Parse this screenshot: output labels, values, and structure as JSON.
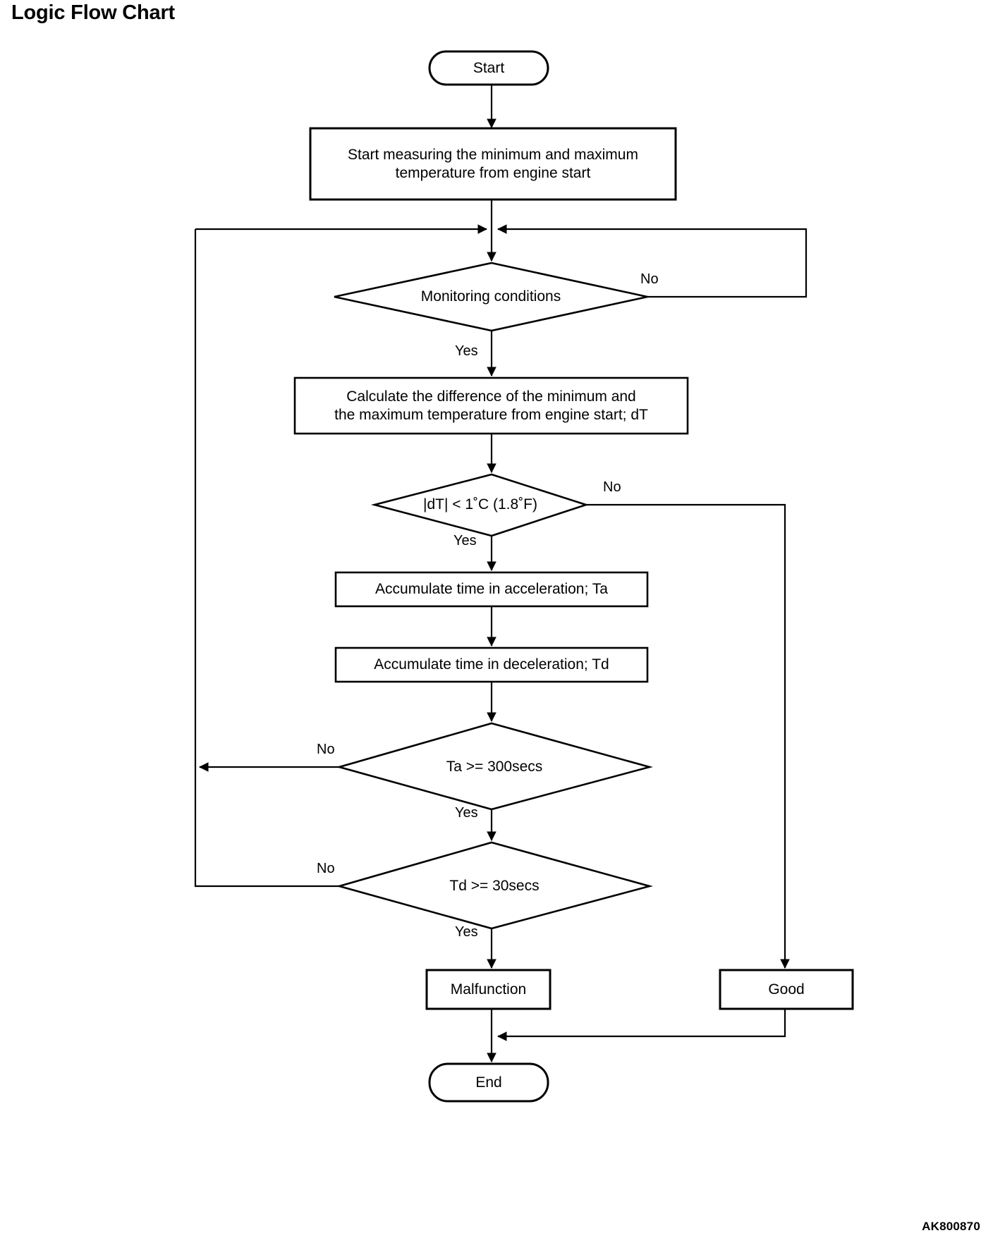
{
  "page": {
    "title": "Logic Flow Chart",
    "figure_code": "AK800870",
    "stroke_color": "#000000",
    "background_color": "#ffffff"
  },
  "chart_data": {
    "type": "diagram",
    "diagram_kind": "flowchart",
    "title": "Logic Flow Chart",
    "orientation": "top-to-bottom",
    "nodes": [
      {
        "id": "start",
        "shape": "terminator",
        "label": "Start"
      },
      {
        "id": "measure",
        "shape": "process",
        "label": "Start measuring the minimum and maximum\ntemperature from engine start"
      },
      {
        "id": "monitor",
        "shape": "decision",
        "label": "Monitoring conditions"
      },
      {
        "id": "calc",
        "shape": "process",
        "label": "Calculate the difference of the minimum and\nthe maximum temperature from engine start; dT"
      },
      {
        "id": "dtcheck",
        "shape": "decision",
        "label": "|dT| < 1˚C (1.8˚F)"
      },
      {
        "id": "accel",
        "shape": "process",
        "label": "Accumulate time in acceleration; Ta"
      },
      {
        "id": "decel",
        "shape": "process",
        "label": "Accumulate time in deceleration; Td"
      },
      {
        "id": "tacheck",
        "shape": "decision",
        "label": "Ta >= 300secs"
      },
      {
        "id": "tdcheck",
        "shape": "decision",
        "label": "Td >= 30secs"
      },
      {
        "id": "malf",
        "shape": "process",
        "label": "Malfunction"
      },
      {
        "id": "good",
        "shape": "process",
        "label": "Good"
      },
      {
        "id": "end",
        "shape": "terminator",
        "label": "End"
      }
    ],
    "edges": [
      {
        "from": "start",
        "to": "measure",
        "label": ""
      },
      {
        "from": "measure",
        "to": "monitor",
        "label": ""
      },
      {
        "from": "monitor",
        "to": "calc",
        "label": "Yes"
      },
      {
        "from": "monitor",
        "to": "monitor",
        "label": "No"
      },
      {
        "from": "calc",
        "to": "dtcheck",
        "label": ""
      },
      {
        "from": "dtcheck",
        "to": "accel",
        "label": "Yes"
      },
      {
        "from": "dtcheck",
        "to": "good",
        "label": "No"
      },
      {
        "from": "accel",
        "to": "decel",
        "label": ""
      },
      {
        "from": "decel",
        "to": "tacheck",
        "label": ""
      },
      {
        "from": "tacheck",
        "to": "monitor",
        "label": "No"
      },
      {
        "from": "tacheck",
        "to": "tdcheck",
        "label": "Yes"
      },
      {
        "from": "tdcheck",
        "to": "monitor",
        "label": "No"
      },
      {
        "from": "tdcheck",
        "to": "malf",
        "label": "Yes"
      },
      {
        "from": "malf",
        "to": "end",
        "label": ""
      },
      {
        "from": "good",
        "to": "end",
        "label": ""
      }
    ],
    "edge_labels": {
      "monitor_yes": "Yes",
      "monitor_no": "No",
      "dtcheck_yes": "Yes",
      "dtcheck_no": "No",
      "tacheck_yes": "Yes",
      "tacheck_no": "No",
      "tdcheck_yes": "Yes",
      "tdcheck_no": "No"
    }
  }
}
